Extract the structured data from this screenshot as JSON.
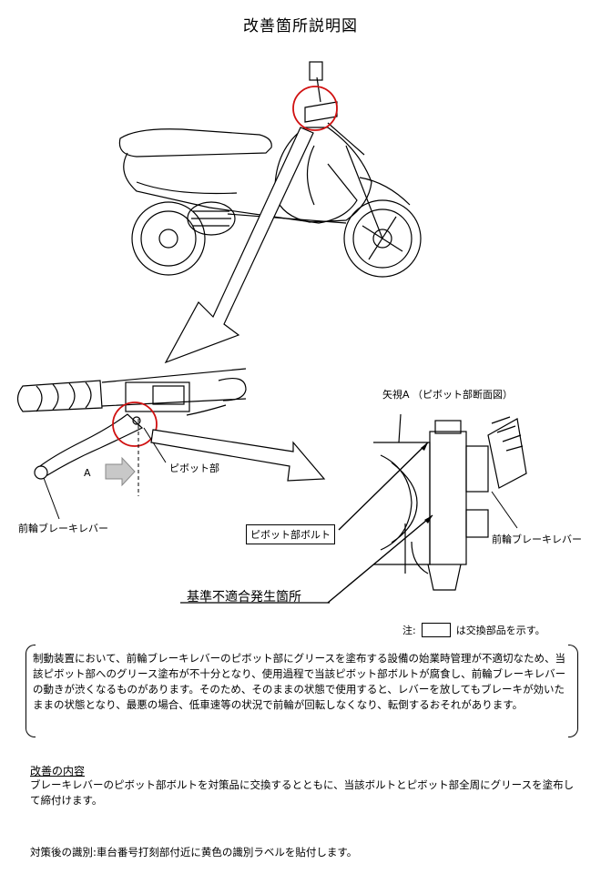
{
  "title": "改善箇所説明図",
  "labels": {
    "view_a": "矢視A （ピボット部断面図）",
    "pivot_part": "ピボット部",
    "arrow_a": "A",
    "front_lever_left": "前輪ブレーキレバー",
    "front_lever_right": "前輪ブレーキレバー",
    "pivot_bolt": "ピボット部ボルト",
    "nonconformity": "基準不適合発生箇所"
  },
  "note": {
    "prefix": "注:",
    "suffix": "は交換部品を示す。"
  },
  "description": "制動装置において、前輪ブレーキレバーのピボット部にグリースを塗布する設備の始業時管理が不適切なため、当該ピボット部へのグリース塗布が不十分となり、使用過程で当該ピボット部ボルトが腐食し、前輪ブレーキレバーの動きが渋くなるものがあります。そのため、そのままの状態で使用すると、レバーを放してもブレーキが効いたままの状態となり、最悪の場合、低車速等の状況で前輪が回転しなくなり、転倒するおそれがあります。",
  "improvement": {
    "heading": "改善の内容",
    "body": "ブレーキレバーのピボット部ボルトを対策品に交換するとともに、当該ボルトとピボット部全周にグリースを塗布して締付けます。"
  },
  "identification": "対策後の識別:車台番号打刻部付近に黄色の識別ラベルを貼付します。",
  "colors": {
    "highlight_circle": "#d01010",
    "line": "#000000",
    "arrow_fill": "#c8c8c8"
  }
}
